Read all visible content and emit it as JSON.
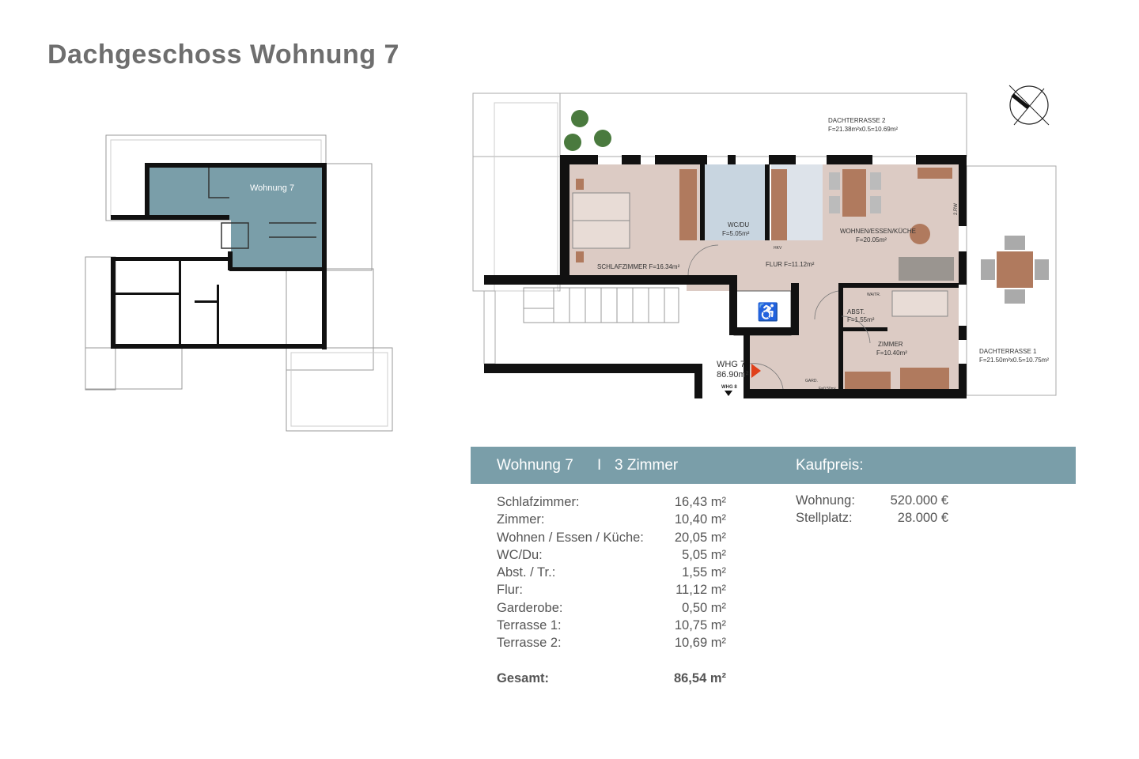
{
  "title": "Dachgeschoss Wohnung 7",
  "site_plan": {
    "highlight_label": "Wohnung 7",
    "highlight_color": "#7a9ea9"
  },
  "floor_plan": {
    "labels": {
      "terrace2": "DACHTERRASSE 2",
      "terrace2_area": "F=21.38m²x0.5=10.69m²",
      "terrace1": "DACHTERRASSE 1",
      "terrace1_area": "F=21.50m²x0.5=10.75m²",
      "bedroom": "SCHLAFZIMMER  F=16.34m²",
      "bath": "WC/DU",
      "bath_area": "F=5.05m²",
      "living": "WOHNEN/ESSEN/KÜCHE",
      "living_area": "F=20.05m²",
      "hall": "FLUR  F=11.12m²",
      "hkv": "HKV",
      "storage": "ABST.",
      "storage_area": "F=1.55m²",
      "wm": "WA/TR.",
      "room": "ZIMMER",
      "room_area": "F=10.40m²",
      "unit": "WHG 7",
      "unit_area": "86.90m²",
      "neighbor": "WHG 8",
      "wardrobe": "GARD.",
      "wardrobe_area": "F=0.50m²",
      "rw": "2.RW"
    },
    "colors": {
      "floor": "#dccbc4",
      "bath": "#c8d5e0",
      "wood": "#b07a5e",
      "wall": "#111111",
      "entry_marker": "#e0401a"
    },
    "icons": [
      "compass-north-icon",
      "wheelchair-icon"
    ]
  },
  "header": {
    "unit": "Wohnung 7",
    "separator": "I",
    "rooms": "3 Zimmer",
    "price_title": "Kaufpreis:"
  },
  "areas": [
    {
      "label": "Schlafzimmer:",
      "value": "16,43 m²"
    },
    {
      "label": "Zimmer:",
      "value": "10,40 m²"
    },
    {
      "label": "Wohnen / Essen / Küche:",
      "value": "20,05 m²"
    },
    {
      "label": "WC/Du:",
      "value": "5,05 m²"
    },
    {
      "label": "Abst. / Tr.:",
      "value": "1,55 m²"
    },
    {
      "label": "Flur:",
      "value": "11,12 m²"
    },
    {
      "label": "Garderobe:",
      "value": "0,50 m²"
    },
    {
      "label": "Terrasse 1:",
      "value": "10,75 m²"
    },
    {
      "label": "Terrasse 2:",
      "value": "10,69 m²"
    }
  ],
  "total": {
    "label": "Gesamt:",
    "value": "86,54 m²"
  },
  "prices": [
    {
      "label": "Wohnung:",
      "value": "520.000 €"
    },
    {
      "label": "Stellplatz:",
      "value": "28.000 €"
    }
  ]
}
